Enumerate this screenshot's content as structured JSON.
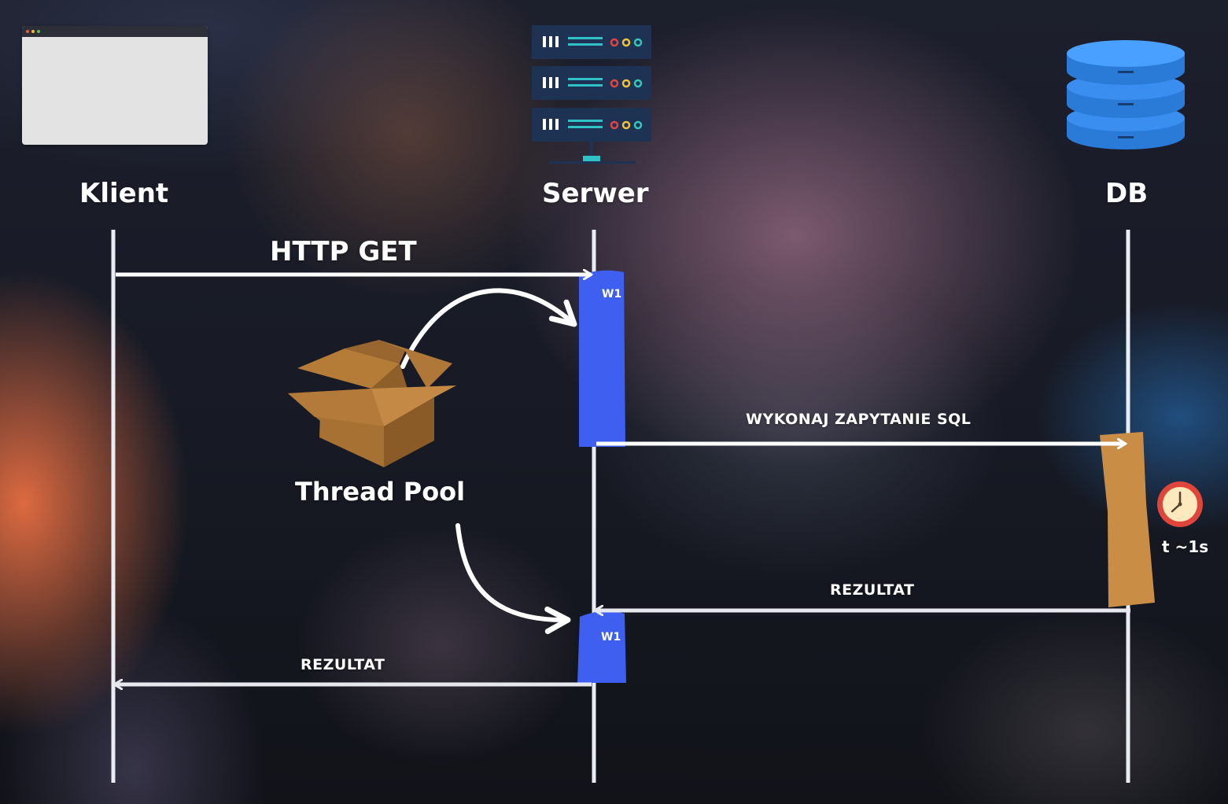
{
  "actors": {
    "client": "Klient",
    "server": "Serwer",
    "db": "DB"
  },
  "messages": {
    "http_get": "HTTP GET",
    "sql_query": "WYKONAJ ZAPYTANIE SQL",
    "db_result": "REZULTAT",
    "client_result": "REZULTAT"
  },
  "thread_pool": {
    "label": "Thread Pool",
    "worker_top": "W1",
    "worker_bottom": "W1"
  },
  "db_wait": {
    "time_label": "t ~1s"
  },
  "colors": {
    "worker_block": "#3f5ff0",
    "db_block": "#c98d45",
    "lifeline": "#e9ecf3",
    "box": "#a06d33",
    "server_panel": "#1e3354",
    "db_cylinder": "#3a8ef0",
    "clock": "#e0453c"
  },
  "icons": {
    "client": "browser-window-icon",
    "server": "server-rack-icon",
    "db": "database-icon",
    "thread_pool": "cardboard-box-icon",
    "wait": "clock-icon"
  }
}
